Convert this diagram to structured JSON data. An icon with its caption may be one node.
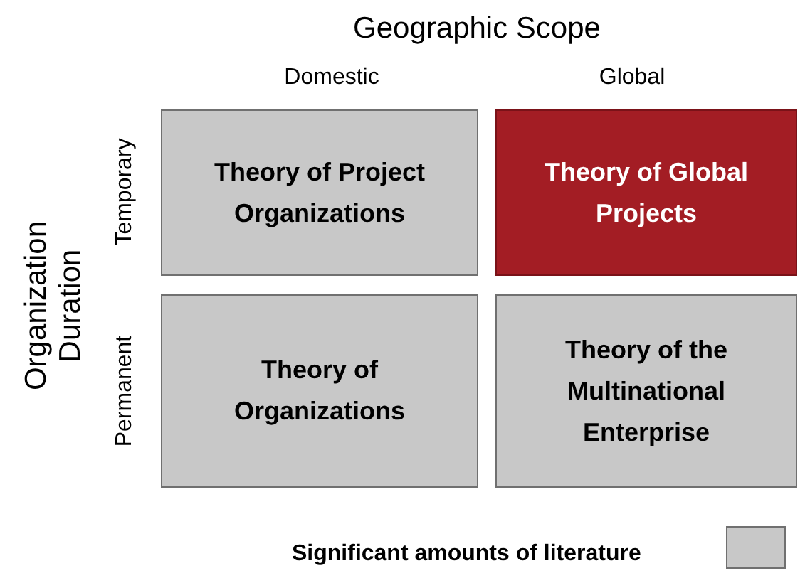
{
  "diagram": {
    "nodes": [
      {
        "text": [
          "Theory of Project Organizations"
        ]
      },
      {
        "text": [
          "Theory of Global Projects"
        ]
      },
      {
        "text": [
          "Theory of Organizations"
        ]
      },
      {
        "text": [
          "Theory of the Multinational Enterprise"
        ]
      }
    ],
    "labels": [
      "Geographic Scope",
      "Domestic",
      "Global",
      "Organization Duration",
      "Temporary",
      "Permanent"
    ],
    "legend": [
      {
        "text": "Significant amounts of literature",
        "color": "#c8c8c8"
      }
    ]
  }
}
